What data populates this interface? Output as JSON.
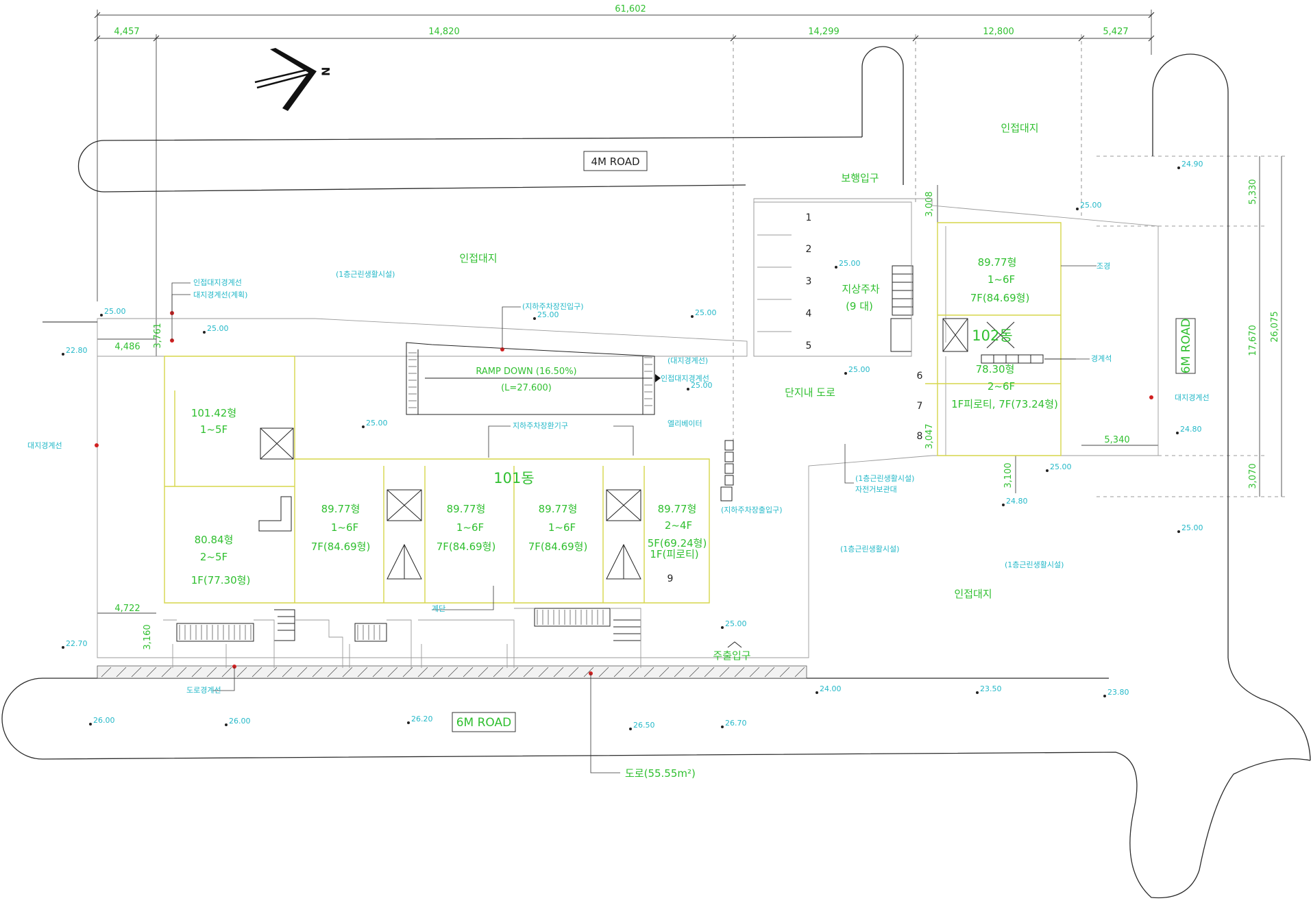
{
  "dimensions": {
    "overall": "61,602",
    "top": [
      "4,457",
      "14,820",
      "14,299",
      "12,800",
      "5,427"
    ],
    "left_upper": "4,486",
    "left_lower": "4,722",
    "left_v1": "3,761",
    "left_v2": "3,160",
    "right": [
      "5,330",
      "17,670",
      "26,075",
      "3,070"
    ],
    "mid_v1": "3,008",
    "mid_v2": "3,047",
    "mid_v3": "3,100",
    "mid_h": "5,340"
  },
  "roads": {
    "top": "4M ROAD",
    "bottom": "6M ROAD",
    "right": "6M ROAD",
    "road_area": "도로(55.55m²)"
  },
  "areas": {
    "neighbor": "인접대지",
    "pedestrian_entrance": "보행입구",
    "main_entrance": "주출입구",
    "complex_road": "단지내 도로",
    "parking_title": "지상주차",
    "parking_count": "(9 대)",
    "parking_numbers": [
      "1",
      "2",
      "3",
      "4",
      "5",
      "6",
      "7",
      "8",
      "9"
    ],
    "ramp_title": "RAMP DOWN (16.50%)",
    "ramp_sub": "(L=27.600)"
  },
  "buildings": {
    "b101": {
      "name": "101동",
      "units": [
        {
          "lines": [
            "101.42형",
            "1~5F"
          ]
        },
        {
          "lines": [
            "80.84형",
            "2~5F",
            "1F(77.30형)"
          ]
        },
        {
          "lines": [
            "89.77형",
            "1~6F",
            "7F(84.69형)"
          ]
        },
        {
          "lines": [
            "89.77형",
            "1~6F",
            "7F(84.69형)"
          ]
        },
        {
          "lines": [
            "89.77형",
            "1~6F",
            "7F(84.69형)"
          ]
        },
        {
          "lines": [
            "89.77형",
            "2~4F",
            "5F(69.24형)",
            "1F(피로티)"
          ]
        }
      ]
    },
    "b102": {
      "name": "102동",
      "units": [
        {
          "lines": [
            "89.77형",
            "1~6F",
            "7F(84.69형)"
          ]
        },
        {
          "lines": [
            "78.30형",
            "2~6F",
            "1F피로티, 7F(73.24형)"
          ]
        }
      ]
    }
  },
  "levels": {
    "l1": "25.00",
    "l2": "25.00",
    "l3": "25.00",
    "l4": "25.00",
    "l5": "25.00",
    "l6": "22.80",
    "l7": "25.00",
    "l8": "25.00",
    "l9": "25.00",
    "l10": "24.90",
    "l11": "25.00",
    "l12": "24.80",
    "l13": "22.70",
    "l14": "26.00",
    "l15": "26.20",
    "l16": "26.50",
    "l17": "26.70",
    "l18": "24.00",
    "l19": "23.50",
    "l20": "23.80",
    "l21": "25.00",
    "l22": "25.00"
  },
  "notes": {
    "n1": "인접대지경계선",
    "n2": "대지경계선(계획)",
    "n3": "(지하주차장출입구)",
    "n4": "(대지경계선)",
    "n5": "대지경계선",
    "n6": "지하주차장환기구",
    "n7": "(1층근린생활시설)",
    "n8": "(1층근린생활시설)",
    "n9": "(1층근린생활시설)",
    "n10": "도로경계선",
    "n11": "경계석",
    "n12": "대지경계선",
    "n13": "조경",
    "n14": "(지하주차장진입구)",
    "n15": "인접대지경계선",
    "n16": "엘리베이터",
    "n17": "계단",
    "n18": "자전거보관대"
  }
}
